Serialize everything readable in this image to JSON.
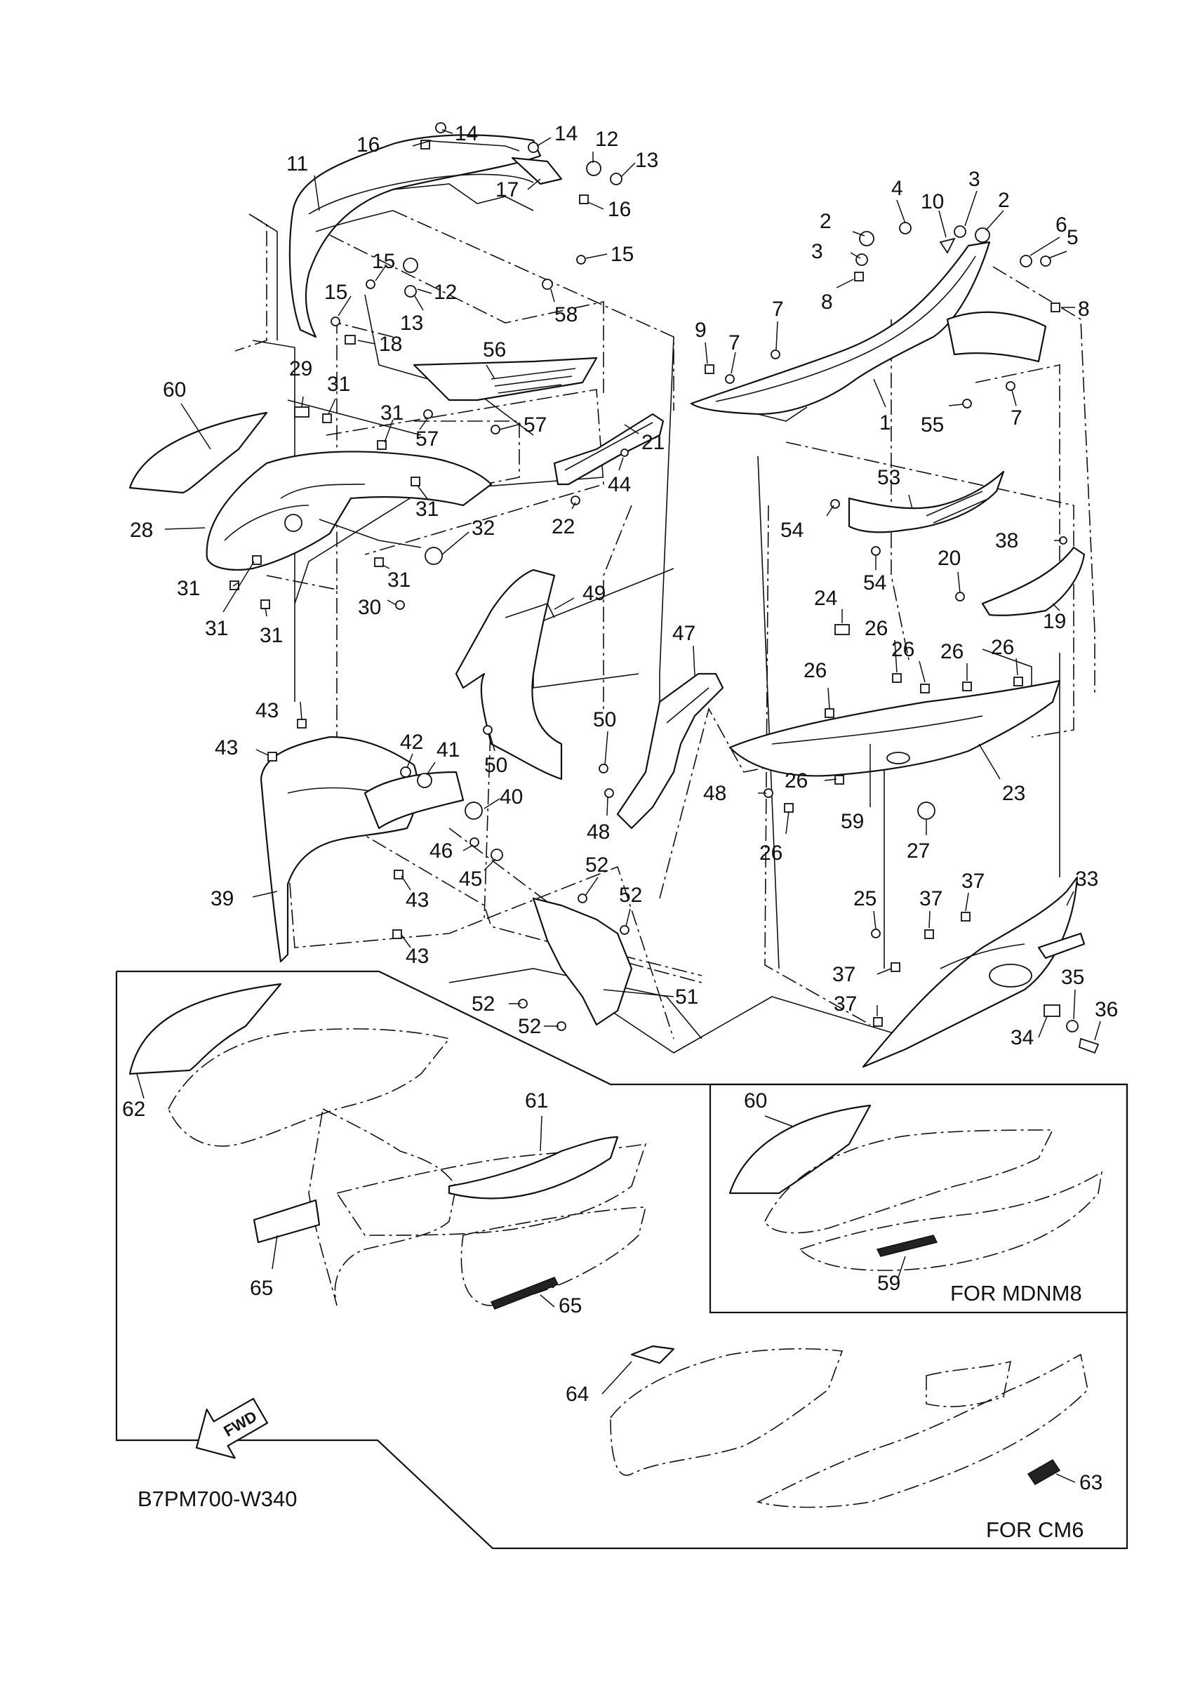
{
  "callouts": [
    {
      "id": "c11",
      "text": "11"
    },
    {
      "id": "c16a",
      "text": "16"
    },
    {
      "id": "c14a",
      "text": "14"
    },
    {
      "id": "c14b",
      "text": "14"
    },
    {
      "id": "c12a",
      "text": "12"
    },
    {
      "id": "c13a",
      "text": "13"
    },
    {
      "id": "c17",
      "text": "17"
    },
    {
      "id": "c16b",
      "text": "16"
    },
    {
      "id": "c15a",
      "text": "15"
    },
    {
      "id": "c15b",
      "text": "15"
    },
    {
      "id": "c15c",
      "text": "15"
    },
    {
      "id": "c12b",
      "text": "12"
    },
    {
      "id": "c13b",
      "text": "13"
    },
    {
      "id": "c58",
      "text": "58"
    },
    {
      "id": "c18",
      "text": "18"
    },
    {
      "id": "c56",
      "text": "56"
    },
    {
      "id": "c29",
      "text": "29"
    },
    {
      "id": "c31a",
      "text": "31"
    },
    {
      "id": "c60a",
      "text": "60"
    },
    {
      "id": "c31b",
      "text": "31"
    },
    {
      "id": "c57a",
      "text": "57"
    },
    {
      "id": "c57b",
      "text": "57"
    },
    {
      "id": "c21",
      "text": "21"
    },
    {
      "id": "c44",
      "text": "44"
    },
    {
      "id": "c31c",
      "text": "31"
    },
    {
      "id": "c32",
      "text": "32"
    },
    {
      "id": "c22",
      "text": "22"
    },
    {
      "id": "c28",
      "text": "28"
    },
    {
      "id": "c31d",
      "text": "31"
    },
    {
      "id": "c31e",
      "text": "31"
    },
    {
      "id": "c30",
      "text": "30"
    },
    {
      "id": "c31f",
      "text": "31"
    },
    {
      "id": "c31g",
      "text": "31"
    },
    {
      "id": "c4",
      "text": "4"
    },
    {
      "id": "c3a",
      "text": "3"
    },
    {
      "id": "c10",
      "text": "10"
    },
    {
      "id": "c2a",
      "text": "2"
    },
    {
      "id": "c2b",
      "text": "2"
    },
    {
      "id": "c3b",
      "text": "3"
    },
    {
      "id": "c6",
      "text": "6"
    },
    {
      "id": "c5",
      "text": "5"
    },
    {
      "id": "c8a",
      "text": "8"
    },
    {
      "id": "c8b",
      "text": "8"
    },
    {
      "id": "c9",
      "text": "9"
    },
    {
      "id": "c7a",
      "text": "7"
    },
    {
      "id": "c7b",
      "text": "7"
    },
    {
      "id": "c7c",
      "text": "7"
    },
    {
      "id": "c1",
      "text": "1"
    },
    {
      "id": "c55",
      "text": "55"
    },
    {
      "id": "c53",
      "text": "53"
    },
    {
      "id": "c54a",
      "text": "54"
    },
    {
      "id": "c54b",
      "text": "54"
    },
    {
      "id": "c38",
      "text": "38"
    },
    {
      "id": "c20",
      "text": "20"
    },
    {
      "id": "c19",
      "text": "19"
    },
    {
      "id": "c24",
      "text": "24"
    },
    {
      "id": "c26a",
      "text": "26"
    },
    {
      "id": "c26b",
      "text": "26"
    },
    {
      "id": "c26c",
      "text": "26"
    },
    {
      "id": "c26d",
      "text": "26"
    },
    {
      "id": "c26e",
      "text": "26"
    },
    {
      "id": "c26f",
      "text": "26"
    },
    {
      "id": "c26g",
      "text": "26"
    },
    {
      "id": "c23",
      "text": "23"
    },
    {
      "id": "c59a",
      "text": "59"
    },
    {
      "id": "c27",
      "text": "27"
    },
    {
      "id": "c49",
      "text": "49"
    },
    {
      "id": "c47",
      "text": "47"
    },
    {
      "id": "c43a",
      "text": "43"
    },
    {
      "id": "c43b",
      "text": "43"
    },
    {
      "id": "c43c",
      "text": "43"
    },
    {
      "id": "c43d",
      "text": "43"
    },
    {
      "id": "c42",
      "text": "42"
    },
    {
      "id": "c41",
      "text": "41"
    },
    {
      "id": "c50a",
      "text": "50"
    },
    {
      "id": "c50b",
      "text": "50"
    },
    {
      "id": "c40",
      "text": "40"
    },
    {
      "id": "c48a",
      "text": "48"
    },
    {
      "id": "c48b",
      "text": "48"
    },
    {
      "id": "c46",
      "text": "46"
    },
    {
      "id": "c45",
      "text": "45"
    },
    {
      "id": "c39",
      "text": "39"
    },
    {
      "id": "c52a",
      "text": "52"
    },
    {
      "id": "c52b",
      "text": "52"
    },
    {
      "id": "c52c",
      "text": "52"
    },
    {
      "id": "c52d",
      "text": "52"
    },
    {
      "id": "c51",
      "text": "51"
    },
    {
      "id": "c25",
      "text": "25"
    },
    {
      "id": "c37a",
      "text": "37"
    },
    {
      "id": "c37b",
      "text": "37"
    },
    {
      "id": "c37c",
      "text": "37"
    },
    {
      "id": "c37d",
      "text": "37"
    },
    {
      "id": "c33",
      "text": "33"
    },
    {
      "id": "c35",
      "text": "35"
    },
    {
      "id": "c36",
      "text": "36"
    },
    {
      "id": "c34",
      "text": "34"
    },
    {
      "id": "c62",
      "text": "62"
    },
    {
      "id": "c61",
      "text": "61"
    },
    {
      "id": "c65a",
      "text": "65"
    },
    {
      "id": "c65b",
      "text": "65"
    },
    {
      "id": "c60b",
      "text": "60"
    },
    {
      "id": "c59b",
      "text": "59"
    },
    {
      "id": "c64",
      "text": "64"
    },
    {
      "id": "c63",
      "text": "63"
    }
  ],
  "variants": {
    "mdnm8_label": "FOR MDNM8",
    "cm6_label": "FOR CM6"
  },
  "fwd_label": "FWD",
  "diagram_code": "B7PM700-W340"
}
